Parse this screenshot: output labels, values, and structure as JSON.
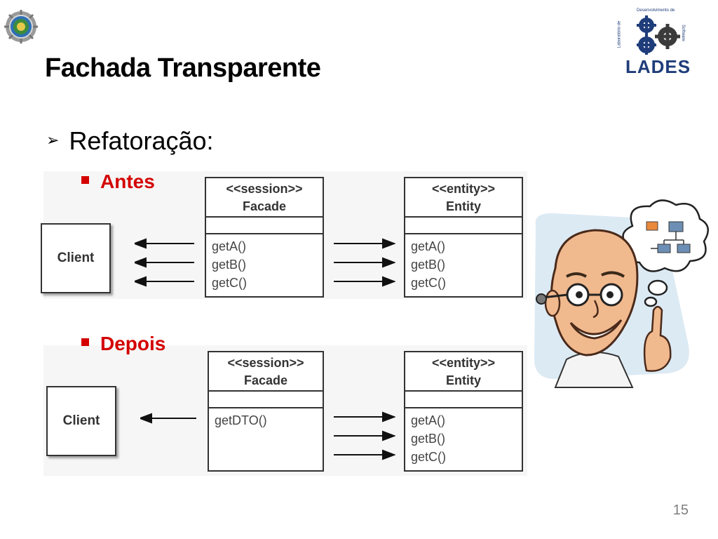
{
  "slide": {
    "title": "Fachada Transparente",
    "bullet": "Refatoração:",
    "bullet_marker": "➢",
    "section_before": "Antes",
    "section_after": "Depois",
    "page_number": "15"
  },
  "logos": {
    "left": "university-seal",
    "right_brand": "LADES",
    "right_arc_top": "Desenvolvimento de",
    "right_arc_left": "Laboratório de",
    "right_arc_right": "Software"
  },
  "diagram_before": {
    "client_label": "Client",
    "facade_stereotype": "<<session>>",
    "facade_name": "Facade",
    "facade_ops": [
      "getA()",
      "getB()",
      "getC()"
    ],
    "entity_stereotype": "<<entity>>",
    "entity_name": "Entity",
    "entity_ops": [
      "getA()",
      "getB()",
      "getC()"
    ]
  },
  "diagram_after": {
    "client_label": "Client",
    "facade_stereotype": "<<session>>",
    "facade_name": "Facade",
    "facade_ops": [
      "getDTO()"
    ],
    "entity_stereotype": "<<entity>>",
    "entity_name": "Entity",
    "entity_ops": [
      "getA()",
      "getB()",
      "getC()"
    ]
  },
  "colors": {
    "accent_red": "#d40000",
    "lades_blue": "#1f3d7a"
  },
  "illustration": "cartoon-thinking-man-icon"
}
